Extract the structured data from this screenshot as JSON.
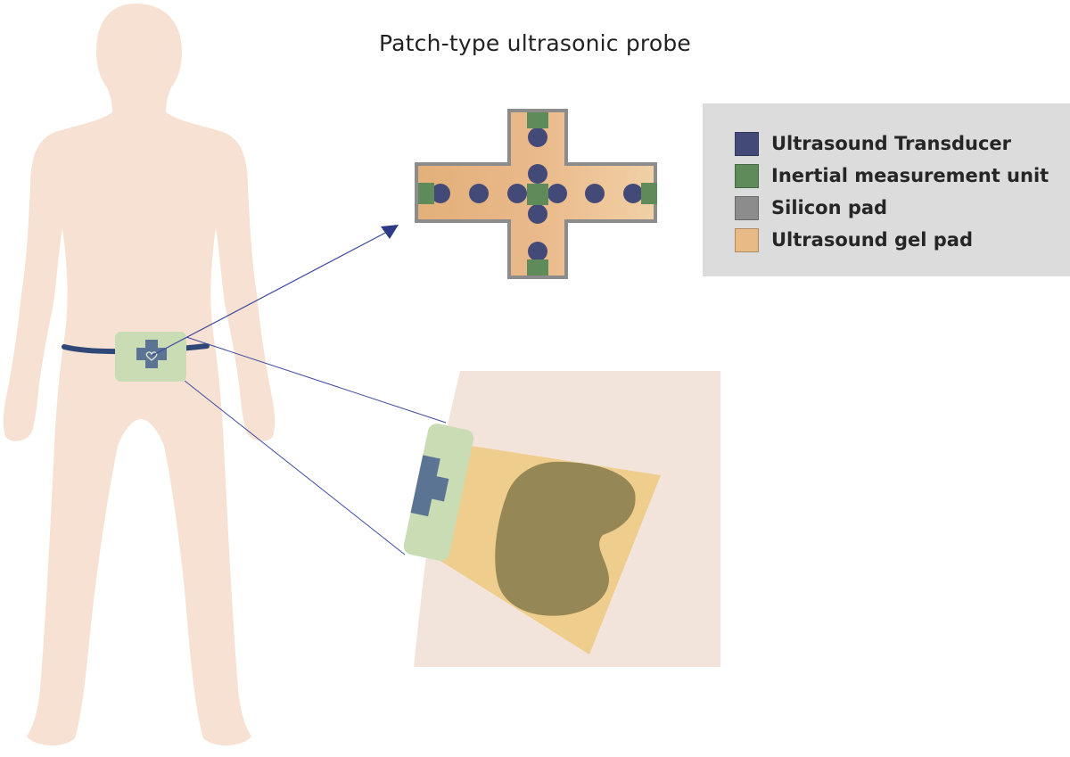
{
  "diagram": {
    "title": "Patch-type ultrasonic probe",
    "legend": [
      {
        "label": "Ultrasound Transducer",
        "color": "#444a78",
        "component": "ultrasound-transducer"
      },
      {
        "label": "Inertial measurement unit",
        "color": "#5f8a5a",
        "component": "inertial-measurement-unit"
      },
      {
        "label": "Silicon pad",
        "color": "#8c8c8c",
        "component": "silicon-pad"
      },
      {
        "label": "Ultrasound gel pad",
        "color": "#e8ba85",
        "component": "ultrasound-gel-pad"
      }
    ],
    "colors": {
      "body": "#f7e1d3",
      "belt": "#2f4878",
      "patch": "#c9dcb3",
      "probe_icon": "#5c7494",
      "pointer_line": "#3f4a9e",
      "zoom_background": "#f2e4da",
      "ultrasound_beam": "#efcd8c",
      "organ": "#968856"
    }
  }
}
